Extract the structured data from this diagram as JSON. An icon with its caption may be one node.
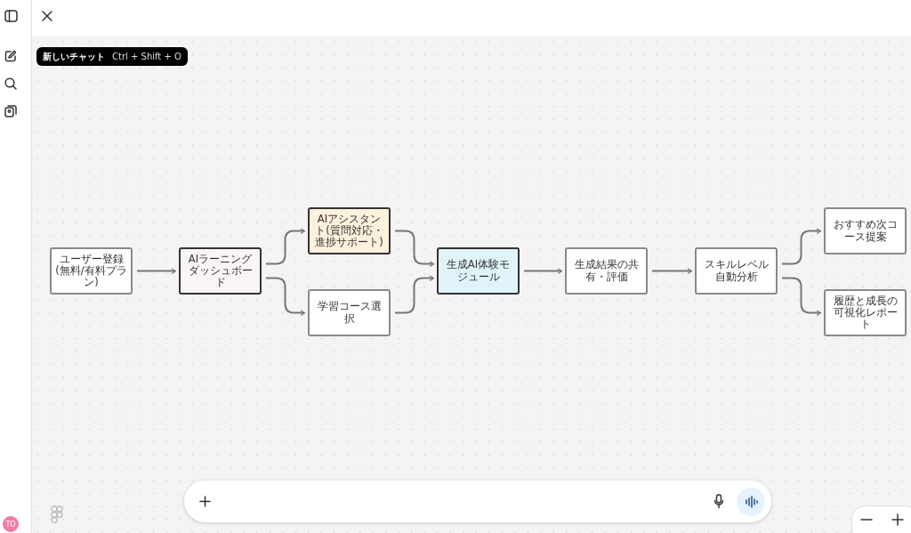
{
  "diagram": {
    "nodes": [
      {
        "text": [
          "ユーザー登録(無料/有料プラン)"
        ]
      },
      {
        "text": [
          "AIラーニングダッシュボード"
        ]
      },
      {
        "text": [
          "AIアシスタント(質問対応・進捗サポート)"
        ]
      },
      {
        "text": [
          "学習コース選択"
        ]
      },
      {
        "text": [
          "生成AI体験モジュール"
        ]
      },
      {
        "text": [
          "生成結果の共有・評価"
        ]
      },
      {
        "text": [
          "スキルレベル自動分析"
        ]
      },
      {
        "text": [
          "おすすめ次コース提案"
        ]
      },
      {
        "text": [
          "履歴と成長の可視化レポート"
        ]
      }
    ],
    "edges": [
      {
        "from": 0,
        "to": 1,
        "arrow": "to"
      },
      {
        "from": 1,
        "to": 2,
        "arrow": "to"
      },
      {
        "from": 1,
        "to": 3,
        "arrow": "to"
      },
      {
        "from": 2,
        "to": 4,
        "arrow": "to"
      },
      {
        "from": 3,
        "to": 4,
        "arrow": "to"
      },
      {
        "from": 4,
        "to": 5,
        "arrow": "to"
      },
      {
        "from": 5,
        "to": 6,
        "arrow": "to"
      },
      {
        "from": 6,
        "to": 7,
        "arrow": "to"
      },
      {
        "from": 6,
        "to": 8,
        "arrow": "to"
      }
    ],
    "labels": [
      "新しいチャット",
      "Ctrl + Shift + O",
      "TO"
    ]
  }
}
